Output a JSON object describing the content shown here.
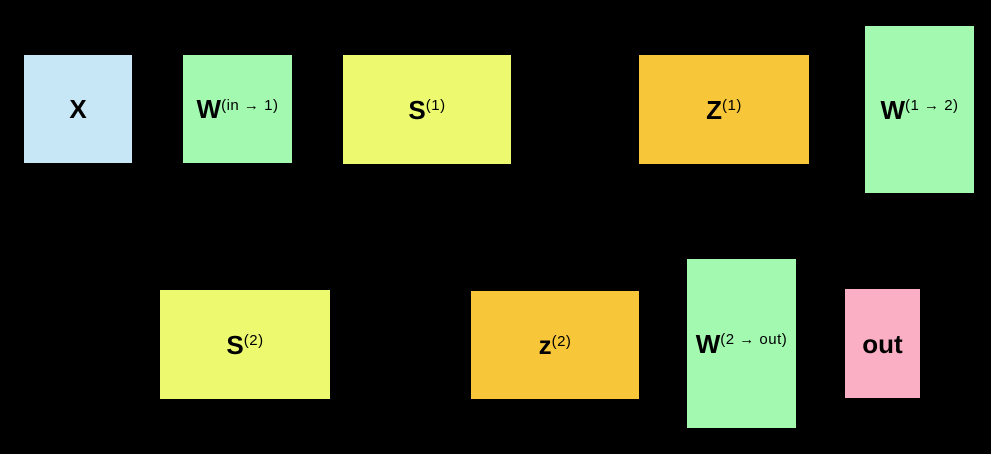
{
  "diagram": {
    "background": "#000000",
    "text_color": "#000000",
    "border_color": "#000000",
    "colors": {
      "input_blue": "#c8e7f6",
      "weight_green": "#a3f9b0",
      "sum_yellow": "#edfa6f",
      "activation_orange": "#f8c739",
      "output_pink": "#fbafc4"
    },
    "boxes": [
      {
        "id": "x",
        "base": "X",
        "sup": "",
        "color": "#c8e7f6"
      },
      {
        "id": "w-in-1",
        "base": "W",
        "sup": "(in → 1)",
        "color": "#a3f9b0"
      },
      {
        "id": "s-1",
        "base": "S",
        "sup": "(1)",
        "color": "#edfa6f"
      },
      {
        "id": "z-1",
        "base": "Z",
        "sup": "(1)",
        "color": "#f8c739"
      },
      {
        "id": "w-1-2",
        "base": "W",
        "sup": "(1 → 2)",
        "color": "#a3f9b0"
      },
      {
        "id": "s-2",
        "base": "S",
        "sup": "(2)",
        "color": "#edfa6f"
      },
      {
        "id": "z-2",
        "base": "z",
        "sup": "(2)",
        "color": "#f8c739"
      },
      {
        "id": "w-2-out",
        "base": "W",
        "sup": "(2 → out)",
        "color": "#a3f9b0"
      },
      {
        "id": "out",
        "base": "out",
        "sup": "",
        "color": "#fbafc4"
      }
    ]
  }
}
